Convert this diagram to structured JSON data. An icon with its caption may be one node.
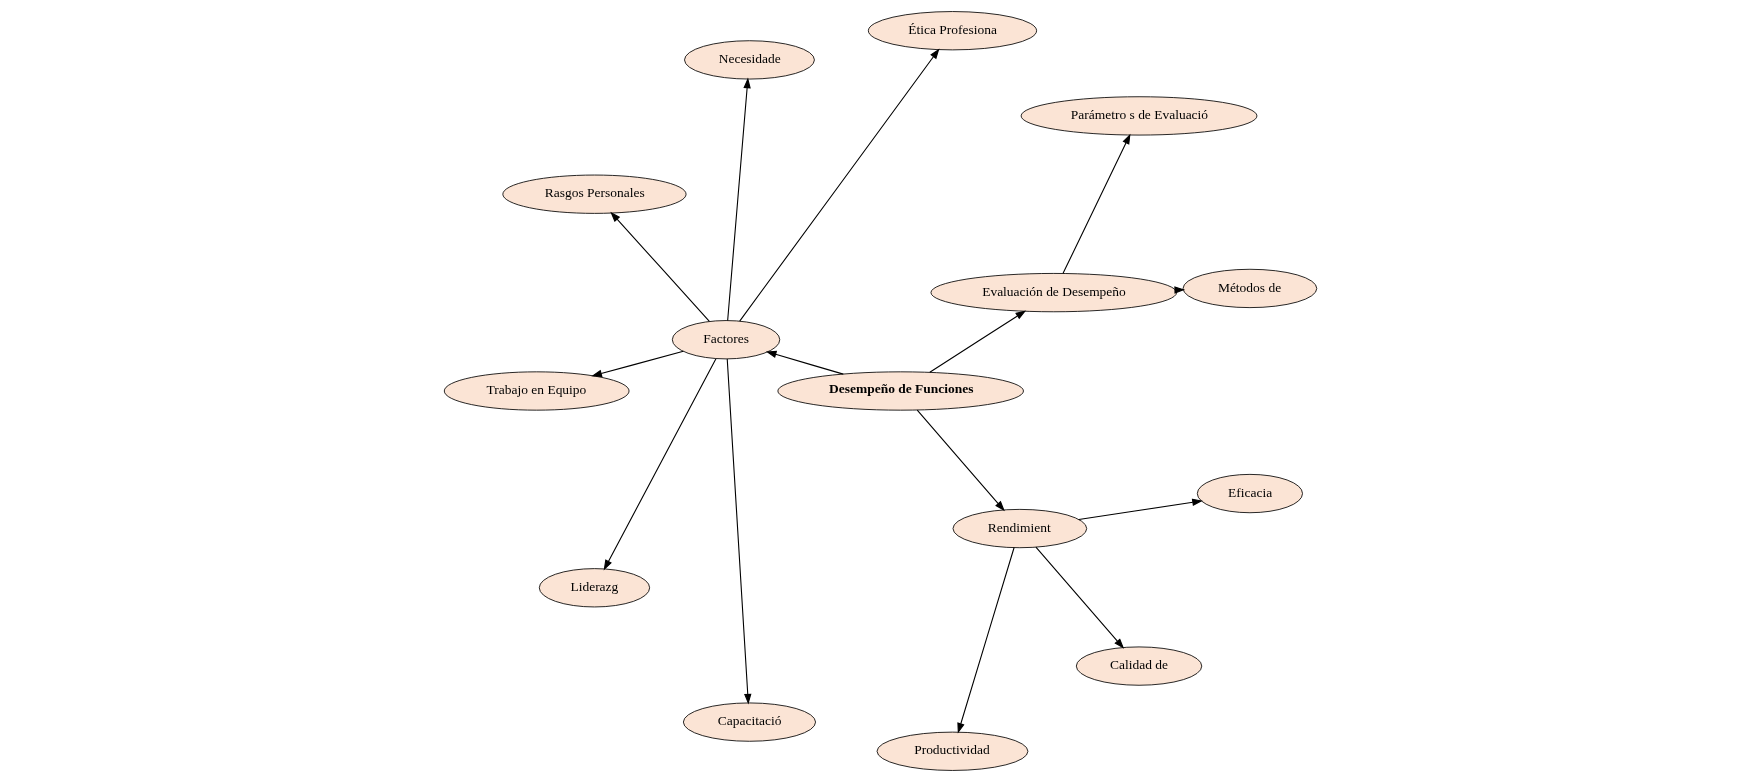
{
  "diagram": {
    "nodes": [
      {
        "text": [
          "Ética Profesiona"
        ]
      },
      {
        "text": [
          "Necesidade"
        ]
      },
      {
        "text": [
          "Evaluación de Desempeño"
        ]
      },
      {
        "text": [
          "Métodos de"
        ]
      },
      {
        "text": [
          "Factores"
        ]
      },
      {
        "text": [
          "Rasgos Personales"
        ]
      },
      {
        "text": [
          "Desempeño de Funciones"
        ]
      },
      {
        "text": [
          "Trabajo en Equipo"
        ]
      },
      {
        "text": [
          "Parámetro s de Evaluació"
        ]
      },
      {
        "text": [
          "Liderazg"
        ]
      },
      {
        "text": [
          "Rendimient"
        ]
      },
      {
        "text": [
          "Capacitació"
        ]
      },
      {
        "text": [
          "Productividad"
        ]
      },
      {
        "text": [
          "Calidad de"
        ]
      },
      {
        "text": [
          "Eficacia"
        ]
      }
    ],
    "edges": [
      {
        "from": 6,
        "to": 2,
        "arrow": "to"
      },
      {
        "from": 2,
        "to": 3,
        "arrow": "to"
      },
      {
        "from": 2,
        "to": 8,
        "arrow": "to"
      },
      {
        "from": 6,
        "to": 4,
        "arrow": "to"
      },
      {
        "from": 4,
        "to": 0,
        "arrow": "to"
      },
      {
        "from": 4,
        "to": 1,
        "arrow": "to"
      },
      {
        "from": 4,
        "to": 5,
        "arrow": "to"
      },
      {
        "from": 4,
        "to": 7,
        "arrow": "to"
      },
      {
        "from": 4,
        "to": 11,
        "arrow": "to"
      },
      {
        "from": 4,
        "to": 9,
        "arrow": "to"
      },
      {
        "from": 6,
        "to": 10,
        "arrow": "to"
      },
      {
        "from": 10,
        "to": 12,
        "arrow": "to"
      },
      {
        "from": 10,
        "to": 13,
        "arrow": "to"
      },
      {
        "from": 10,
        "to": 14,
        "arrow": "to"
      }
    ]
  }
}
